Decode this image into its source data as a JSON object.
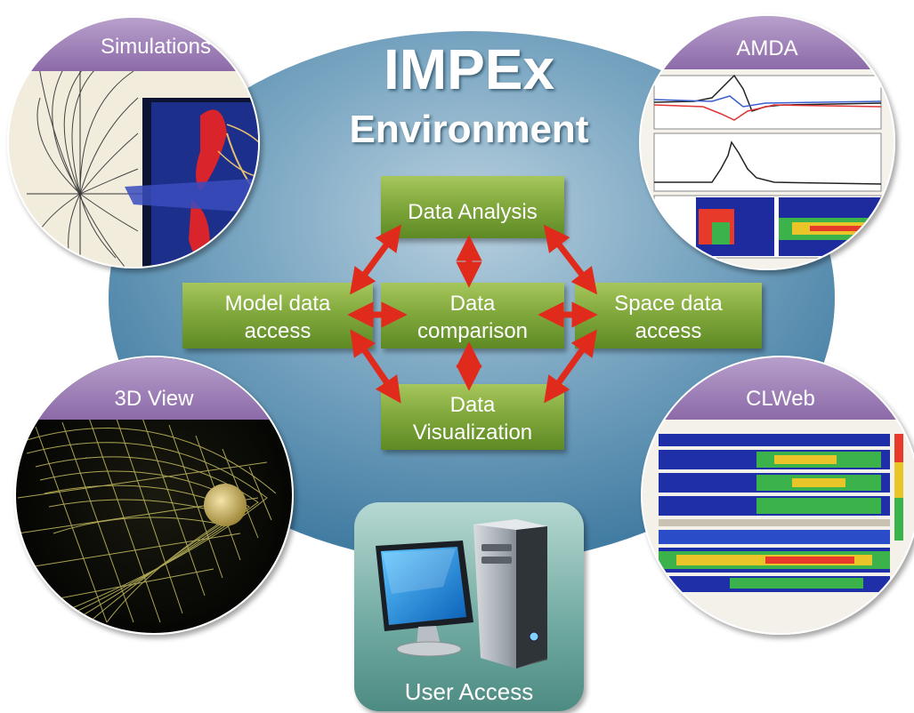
{
  "title": {
    "line1": "IMPEx",
    "line2": "Environment"
  },
  "boxes": {
    "analysis": [
      "Data Analysis"
    ],
    "model": [
      "Model data",
      "access"
    ],
    "comparison": [
      "Data",
      "comparison"
    ],
    "space": [
      "Space data",
      "access"
    ],
    "visualization": [
      "Data",
      "Visualization"
    ]
  },
  "circles": {
    "simulations": "Simulations",
    "amda": "AMDA",
    "view3d": "3D View",
    "clweb": "CLWeb"
  },
  "user_access": {
    "label": "User Access"
  },
  "colors": {
    "ellipse": "#5b8fb0",
    "box_green": "#7aa23a",
    "arrow_red": "#e02a1c",
    "header_purple": "#9d80b5",
    "user_panel": "#5f9e95"
  }
}
